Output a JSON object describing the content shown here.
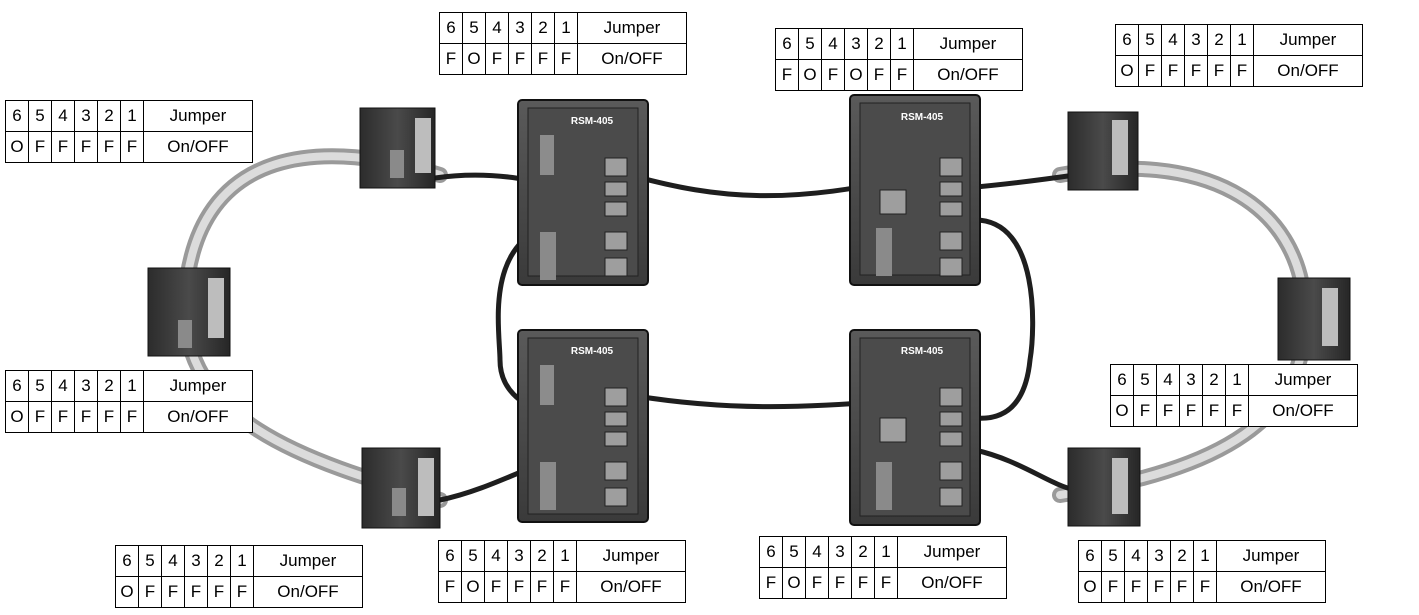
{
  "table_labels": {
    "header_label": "Jumper",
    "state_label": "On/OFF"
  },
  "pins": [
    "6",
    "5",
    "4",
    "3",
    "2",
    "1"
  ],
  "switch_label": "RSM-405",
  "tables": [
    {
      "id": "top-center-left",
      "states": [
        "F",
        "O",
        "F",
        "F",
        "F",
        "F"
      ]
    },
    {
      "id": "top-center-right",
      "states": [
        "F",
        "O",
        "F",
        "O",
        "F",
        "F"
      ]
    },
    {
      "id": "top-right",
      "states": [
        "O",
        "F",
        "F",
        "F",
        "F",
        "F"
      ]
    },
    {
      "id": "upper-left",
      "states": [
        "O",
        "F",
        "F",
        "F",
        "F",
        "F"
      ]
    },
    {
      "id": "middle-left",
      "states": [
        "O",
        "F",
        "F",
        "F",
        "F",
        "F"
      ]
    },
    {
      "id": "middle-right",
      "states": [
        "O",
        "F",
        "F",
        "F",
        "F",
        "F"
      ]
    },
    {
      "id": "bottom-left",
      "states": [
        "O",
        "F",
        "F",
        "F",
        "F",
        "F"
      ]
    },
    {
      "id": "bottom-center-left",
      "states": [
        "F",
        "O",
        "F",
        "F",
        "F",
        "F"
      ]
    },
    {
      "id": "bottom-center-right",
      "states": [
        "F",
        "O",
        "F",
        "F",
        "F",
        "F"
      ]
    },
    {
      "id": "bottom-right",
      "states": [
        "O",
        "F",
        "F",
        "F",
        "F",
        "F"
      ]
    }
  ]
}
